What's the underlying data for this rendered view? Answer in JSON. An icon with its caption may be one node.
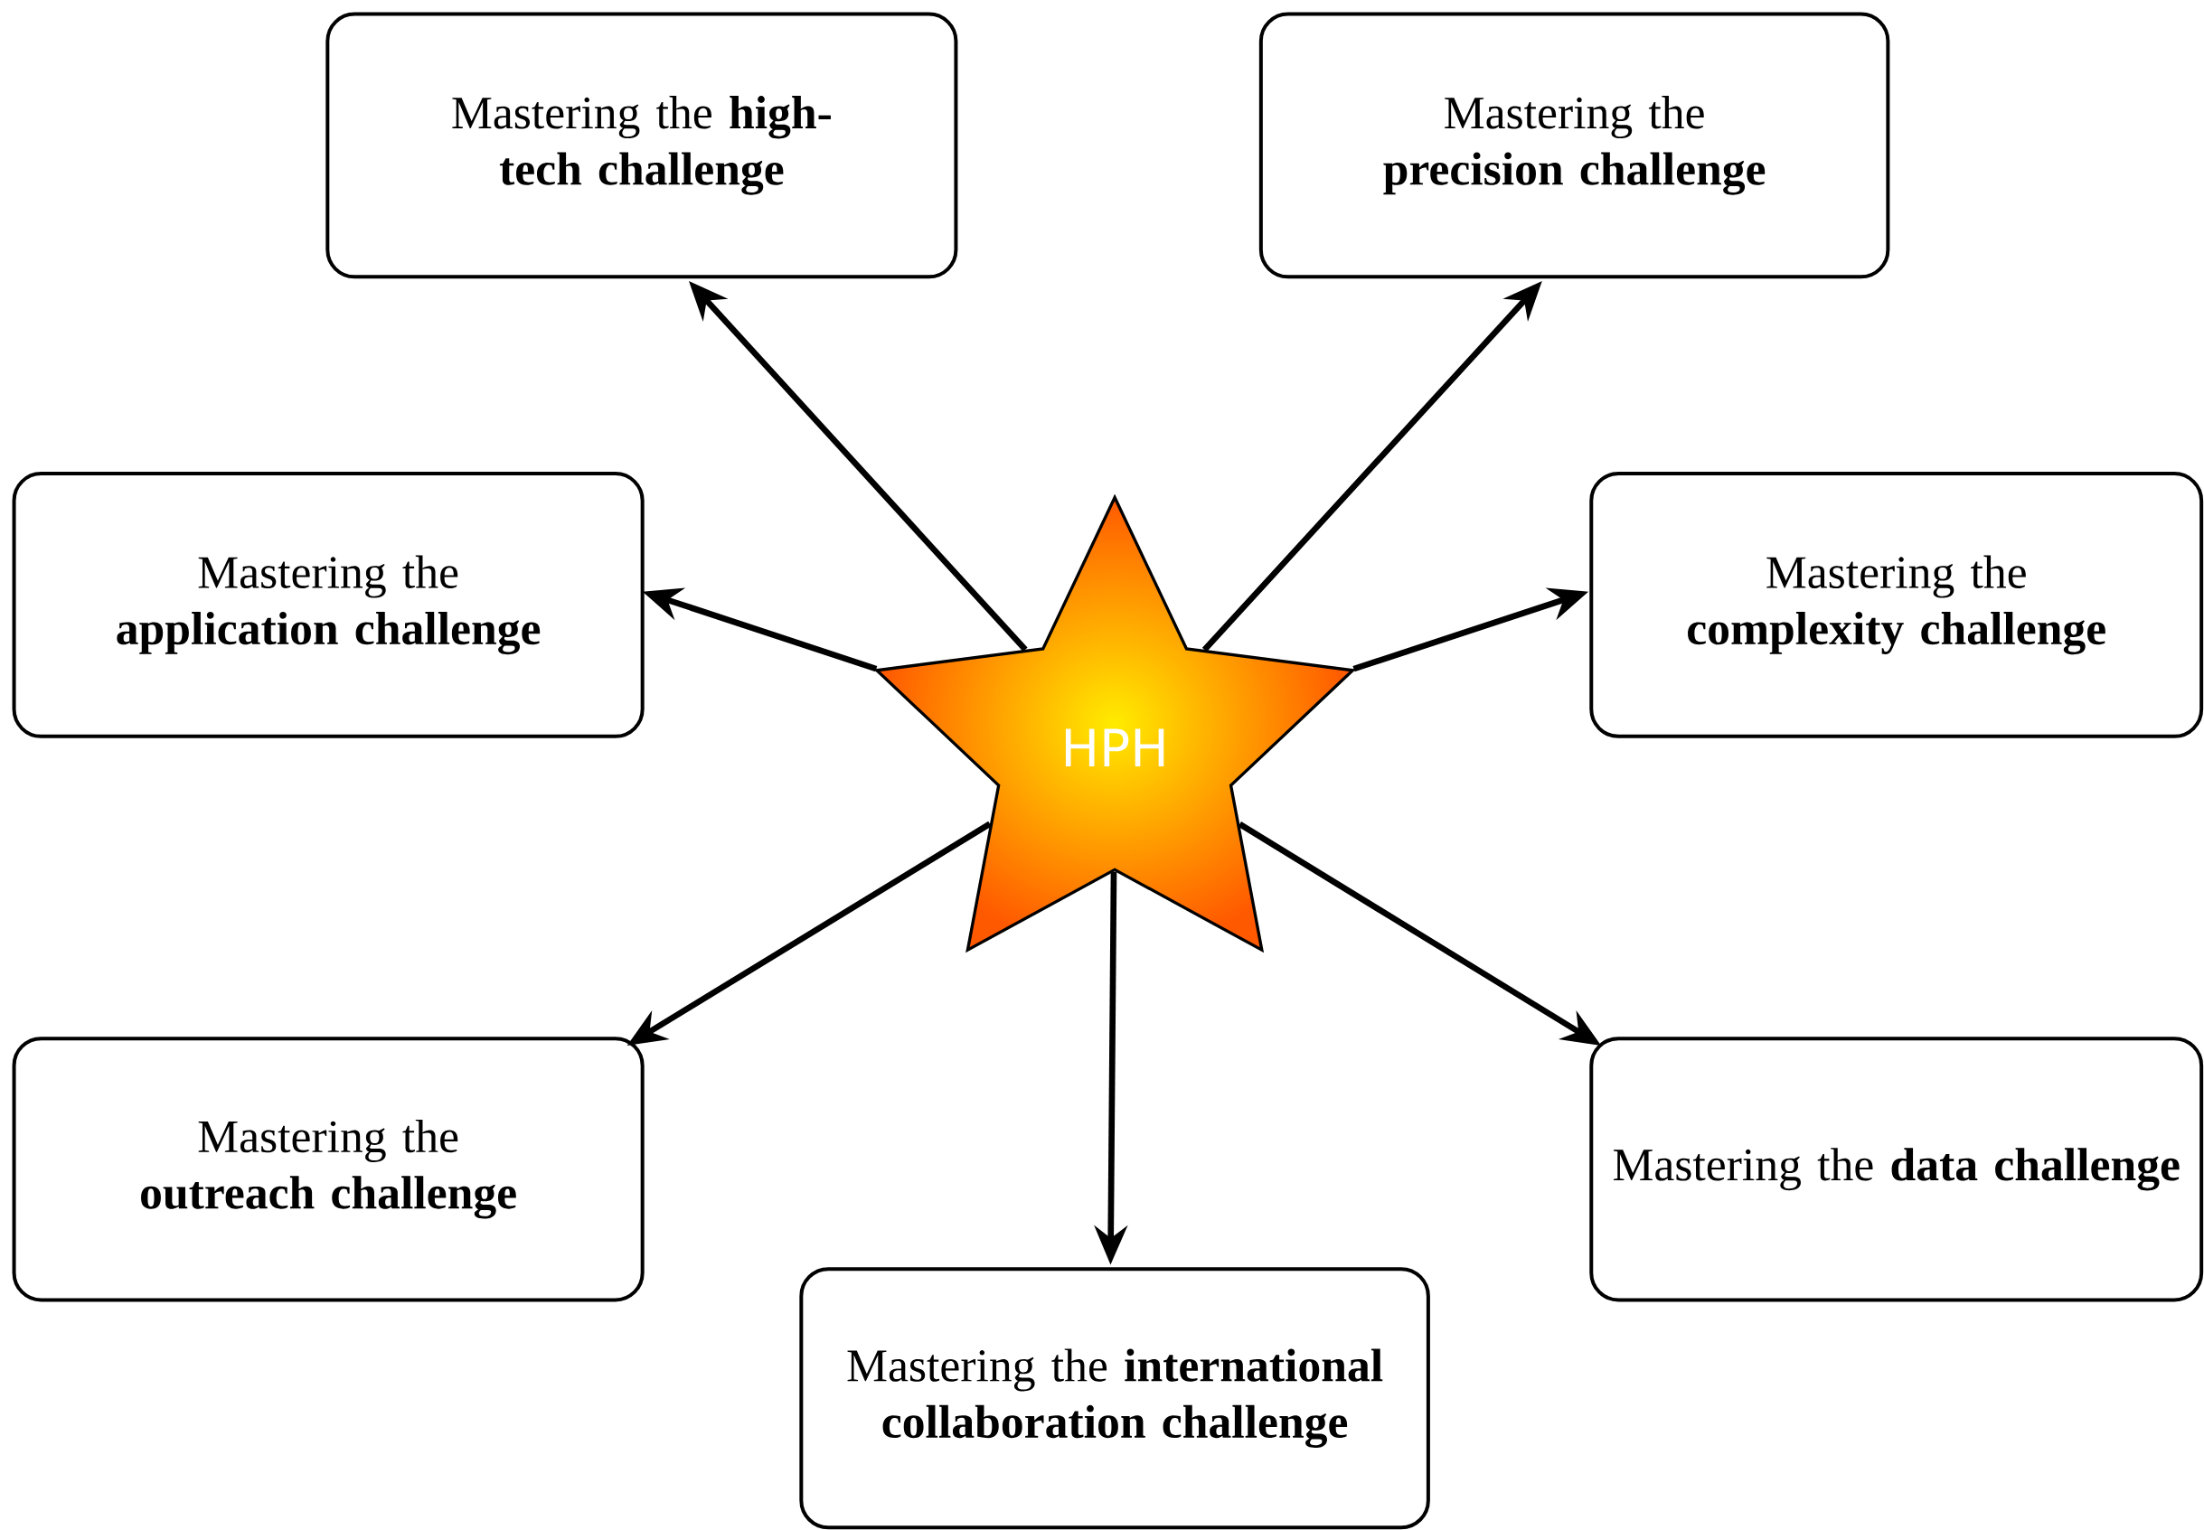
{
  "diagram": {
    "nodes": [
      {
        "text": [
          "Mastering the **high-tech challenge**"
        ]
      },
      {
        "text": [
          "Mastering the **precision challenge**"
        ]
      },
      {
        "text": [
          "Mastering the **application challenge**"
        ]
      },
      {
        "text": [
          "HPH"
        ]
      },
      {
        "text": [
          "Mastering the **complexity challenge**"
        ]
      },
      {
        "text": [
          "Mastering the **outreach challenge**"
        ]
      },
      {
        "text": [
          "Mastering the **data challenge**"
        ]
      },
      {
        "text": [
          "Mastering the **international collaboration challenge**"
        ]
      }
    ],
    "edges": [
      {
        "from": 3,
        "to": 0,
        "arrow": "to"
      },
      {
        "from": 3,
        "to": 1,
        "arrow": "to"
      },
      {
        "from": 3,
        "to": 2,
        "arrow": "to"
      },
      {
        "from": 3,
        "to": 4,
        "arrow": "to"
      },
      {
        "from": 3,
        "to": 5,
        "arrow": "to"
      },
      {
        "from": 3,
        "to": 6,
        "arrow": "to"
      },
      {
        "from": 3,
        "to": 7,
        "arrow": "to"
      }
    ]
  }
}
